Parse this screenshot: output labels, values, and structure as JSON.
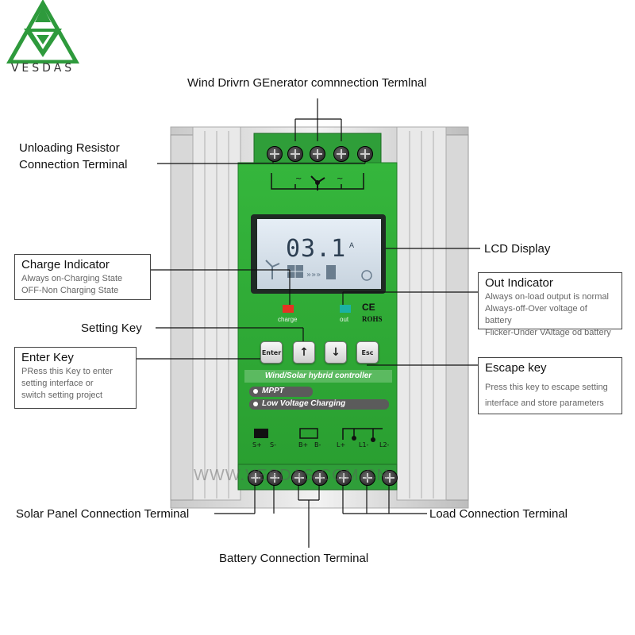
{
  "brand": {
    "name": "VESDAS",
    "accent": "#2e9a3c"
  },
  "watermark": "WWW.VESDAS.COM.CN",
  "callouts": {
    "wind_terminal": "Wind  Drivrn GEnerator comnnection Termlnal",
    "unloading_line1": "Unloading Resistor",
    "unloading_line2": "Connection Terminal",
    "lcd": "LCD Display",
    "setting_key": "Setting Key",
    "solar_terminal": "Solar Panel Connection Terminal",
    "load_terminal": "Load Connection Terminal",
    "battery_terminal": "Battery Connection Terminal"
  },
  "boxes": {
    "charge": {
      "title": "Charge Indicator",
      "line1": "Always on-Charging State",
      "line2": "OFF-Non Charging State"
    },
    "out": {
      "title": "Out Indicator",
      "line1": "Always on-load output is normal",
      "line2": "Always-off-Over voltage of battery",
      "line3": "Flicker-Under VAltage od battery"
    },
    "enter": {
      "title": "Enter Key",
      "line1": "PRess this Key to enter",
      "line2": "setting interface or",
      "line3": "switch setting project"
    },
    "escape": {
      "title": "Escape key",
      "line1": "Press this key to escape setting",
      "line2": "interface and store parameters"
    }
  },
  "device": {
    "lcd_value": "03.1",
    "lcd_unit": "A",
    "charge_label": "charge",
    "out_label": "out",
    "ce_mark": "CE",
    "rohs_mark": "ROHS",
    "key_enter": "Enter",
    "key_esc": "Esc",
    "title": "Wind/Solar hybrid controller",
    "feature1": "MPPT",
    "feature2": "Low Voltage Charging",
    "pins": [
      "S+",
      "S-",
      "B+",
      "B-",
      "L+",
      "L1-",
      "L2-"
    ]
  }
}
